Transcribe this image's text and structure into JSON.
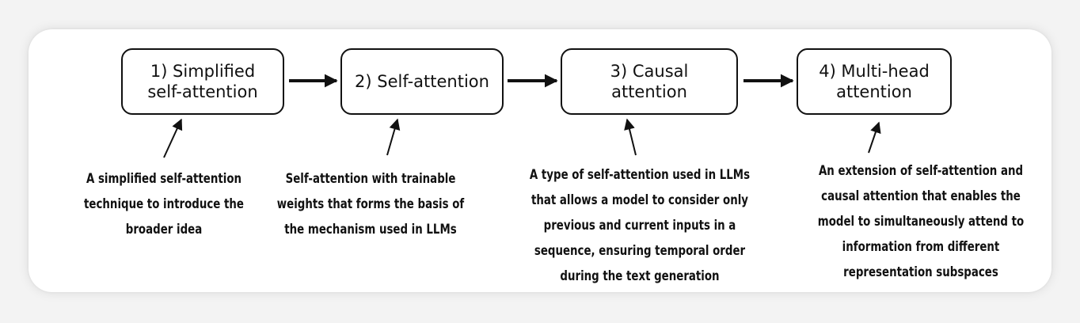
{
  "steps": [
    {
      "label_line1": "1) Simplified",
      "label_line2": "self-attention"
    },
    {
      "label_line1": "2) Self-attention",
      "label_line2": ""
    },
    {
      "label_line1": "3) Causal attention",
      "label_line2": ""
    },
    {
      "label_line1": "4) Multi-head",
      "label_line2": "attention"
    }
  ],
  "descriptions": [
    {
      "lines": [
        "A simplified self-attention",
        "technique to introduce the",
        "broader idea"
      ]
    },
    {
      "lines": [
        "Self-attention with trainable",
        "weights that forms the basis of",
        "the mechanism used in LLMs"
      ]
    },
    {
      "lines": [
        "A type of self-attention used in LLMs",
        "that allows a model to consider only",
        "previous and current inputs in a",
        "sequence, ensuring temporal order",
        "during the text generation"
      ]
    },
    {
      "lines": [
        "An extension of self-attention and",
        "causal attention that enables the",
        "model to simultaneously attend to",
        "information from different",
        "representation subspaces"
      ]
    }
  ],
  "colors": {
    "background": "#f3f3f3",
    "card": "#ffffff",
    "ink": "#111111"
  }
}
